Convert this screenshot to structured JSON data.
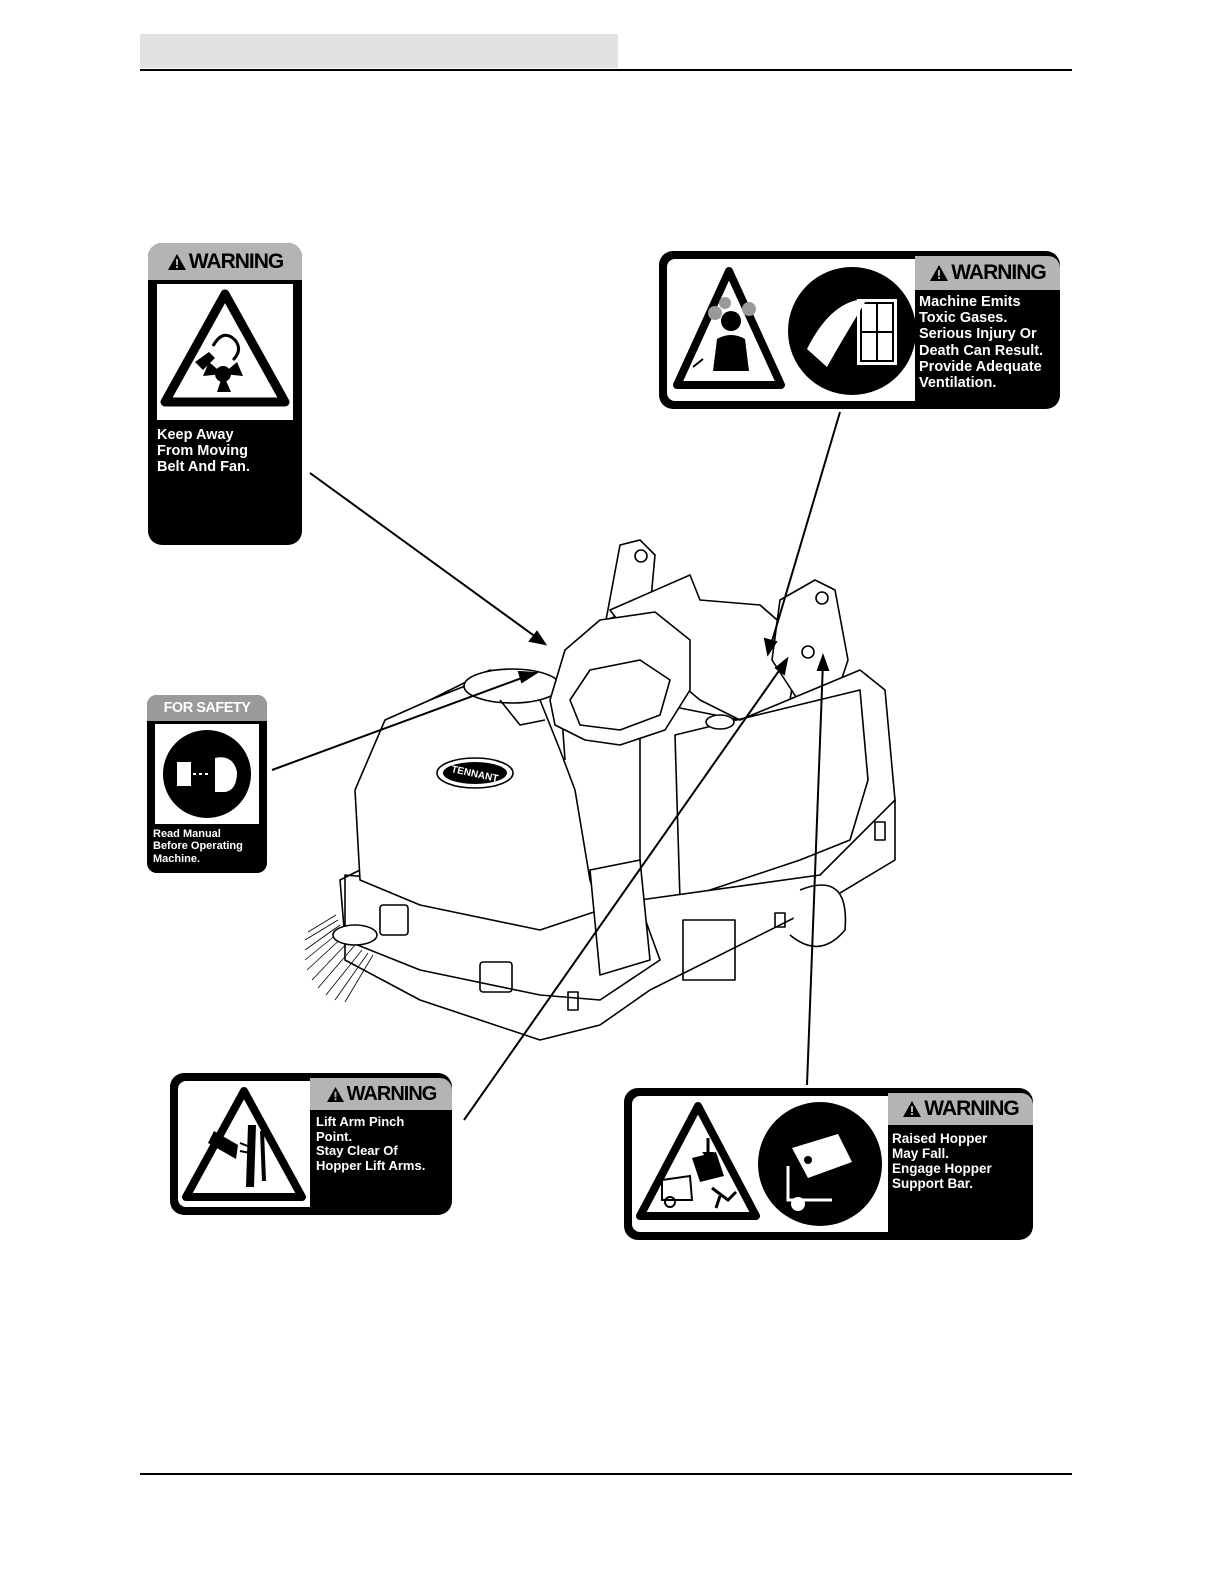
{
  "decals": {
    "belt_fan": {
      "header": "WARNING",
      "message": "Keep Away\nFrom Moving\nBelt And Fan."
    },
    "toxic_gas": {
      "header": "WARNING",
      "message": "Machine Emits\nToxic Gases.\nSerious Injury Or\nDeath Can Result.\nProvide Adequate\nVentilation."
    },
    "safety": {
      "header": "FOR SAFETY",
      "message": "Read Manual\nBefore Operating\nMachine."
    },
    "lift_arm": {
      "header": "WARNING",
      "message": "Lift Arm Pinch\nPoint.\nStay Clear Of\nHopper Lift Arms."
    },
    "hopper": {
      "header": "WARNING",
      "message": "Raised Hopper\nMay Fall.\nEngage Hopper\nSupport Bar."
    }
  },
  "machine": {
    "brand": "TENNANT"
  },
  "colors": {
    "decal_black": "#000000",
    "header_gray": "#b4b4b4",
    "header_bar": "#e2e2e2"
  }
}
